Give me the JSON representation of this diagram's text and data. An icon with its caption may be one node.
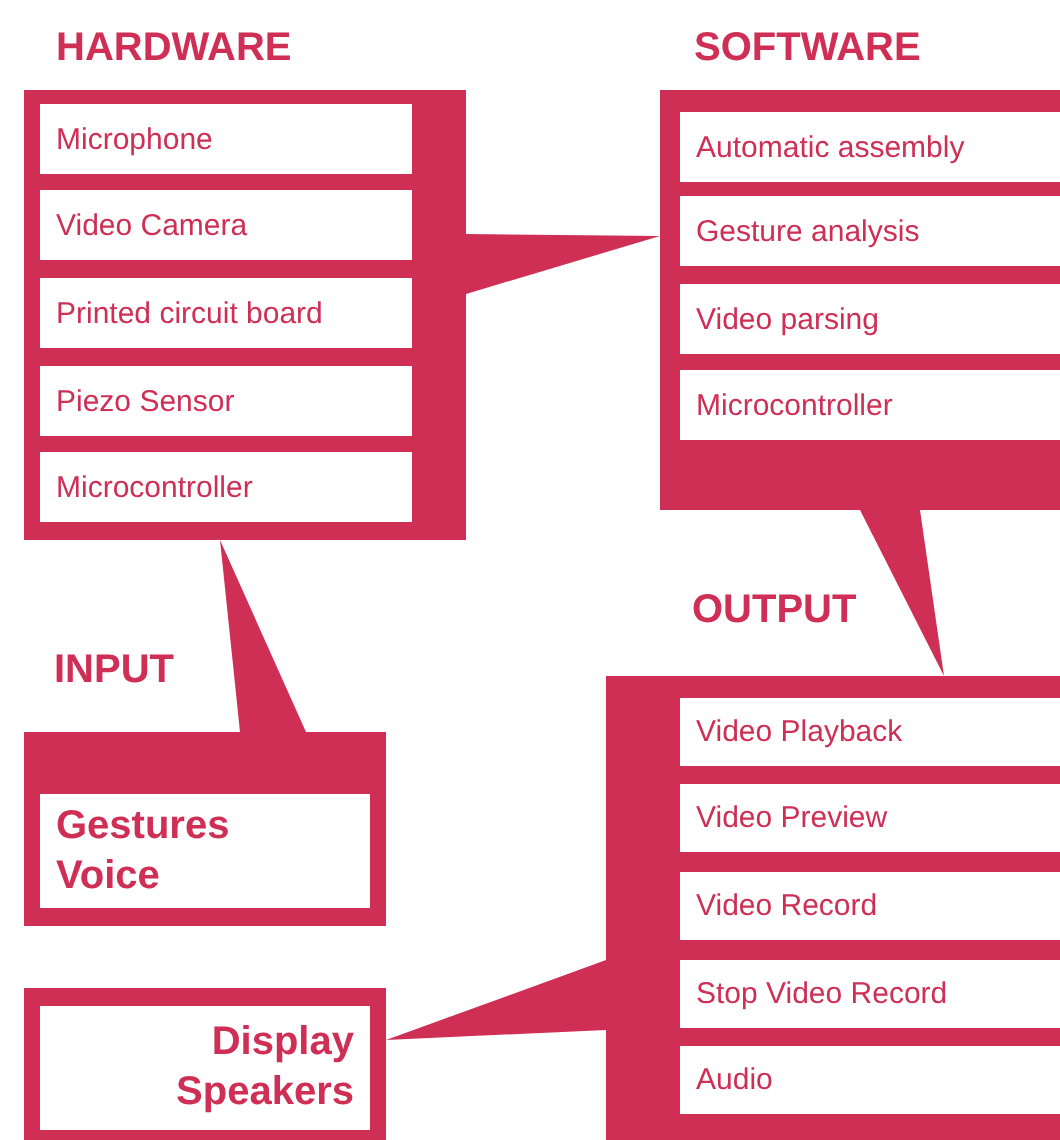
{
  "diagram": {
    "nodes": [
      {
        "text": [
          "HARDWARE"
        ]
      },
      {
        "text": [
          "Microphone"
        ],
        "in": 0
      },
      {
        "text": [
          "Video Camera"
        ],
        "in": 0
      },
      {
        "text": [
          "Printed circuit board"
        ],
        "in": 0
      },
      {
        "text": [
          "Piezo Sensor"
        ],
        "in": 0
      },
      {
        "text": [
          "Microcontroller"
        ],
        "in": 0
      },
      {
        "text": [
          "SOFTWARE"
        ]
      },
      {
        "text": [
          "Automatic assembly"
        ],
        "in": 6
      },
      {
        "text": [
          "Gesture analysis"
        ],
        "in": 6
      },
      {
        "text": [
          "Video parsing"
        ],
        "in": 6
      },
      {
        "text": [
          "Microcontroller"
        ],
        "in": 6
      },
      {
        "text": [
          "INPUT"
        ]
      },
      {
        "text": [
          "Gestures",
          "Voice"
        ],
        "in": 11
      },
      {
        "text": [
          "OUTPUT"
        ]
      },
      {
        "text": [
          "Video Playback"
        ],
        "in": 13
      },
      {
        "text": [
          "Video Preview"
        ],
        "in": 13
      },
      {
        "text": [
          "Video Record"
        ],
        "in": 13
      },
      {
        "text": [
          "Stop Video Record"
        ],
        "in": 13
      },
      {
        "text": [
          "Audio"
        ],
        "in": 13
      },
      {
        "text": [],
        "shape": "box"
      },
      {
        "text": [
          "Display",
          "Speakers"
        ],
        "in": 19
      }
    ],
    "edges": [
      {
        "from": 11,
        "to": 0,
        "arrow": "to"
      },
      {
        "from": 0,
        "to": 6,
        "arrow": "to"
      },
      {
        "from": 6,
        "to": 13,
        "arrow": "to"
      },
      {
        "from": 13,
        "to": 19,
        "arrow": "to"
      }
    ]
  }
}
